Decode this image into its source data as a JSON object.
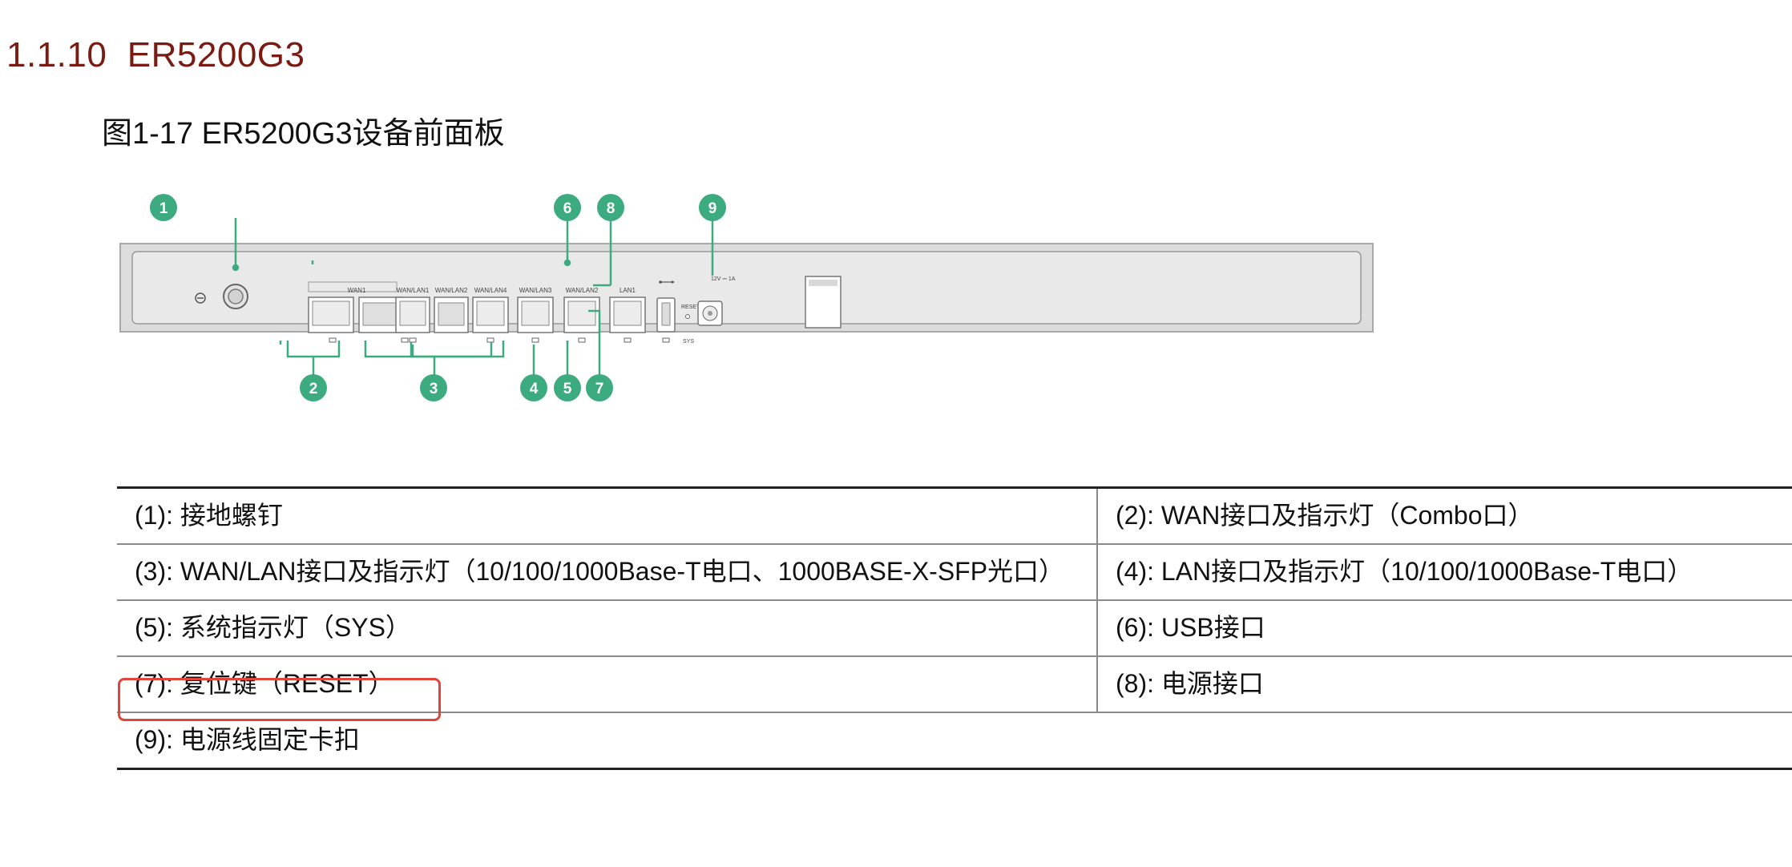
{
  "section": {
    "number": "1.1.10",
    "title": "ER5200G3"
  },
  "figure": {
    "caption": "图1-17 ER5200G3设备前面板",
    "callouts": [
      "1",
      "2",
      "3",
      "4",
      "5",
      "6",
      "7",
      "8",
      "9"
    ],
    "port_labels": [
      "WAN1",
      "WAN/LAN1",
      "WAN/LAN2",
      "WAN/LAN4",
      "WAN/LAN3",
      "WAN/LAN2",
      "LAN1"
    ],
    "reset_label": "RESET",
    "power_label": "12V ⎓ 1A",
    "sys_label": "SYS",
    "accent_color": "#3dab80"
  },
  "table": {
    "rows": [
      [
        "(1): 接地螺钉",
        "(2): WAN接口及指示灯（Combo口）"
      ],
      [
        "(3): WAN/LAN接口及指示灯（10/100/1000Base-T电口、1000BASE-X-SFP光口）",
        "(4): LAN接口及指示灯（10/100/1000Base-T电口）"
      ],
      [
        "(5): 系统指示灯（SYS）",
        "(6): USB接口"
      ],
      [
        "(7): 复位键（RESET）",
        "(8): 电源接口"
      ],
      [
        "(9): 电源线固定卡扣",
        ""
      ]
    ],
    "highlight_color": "#e0443a"
  }
}
